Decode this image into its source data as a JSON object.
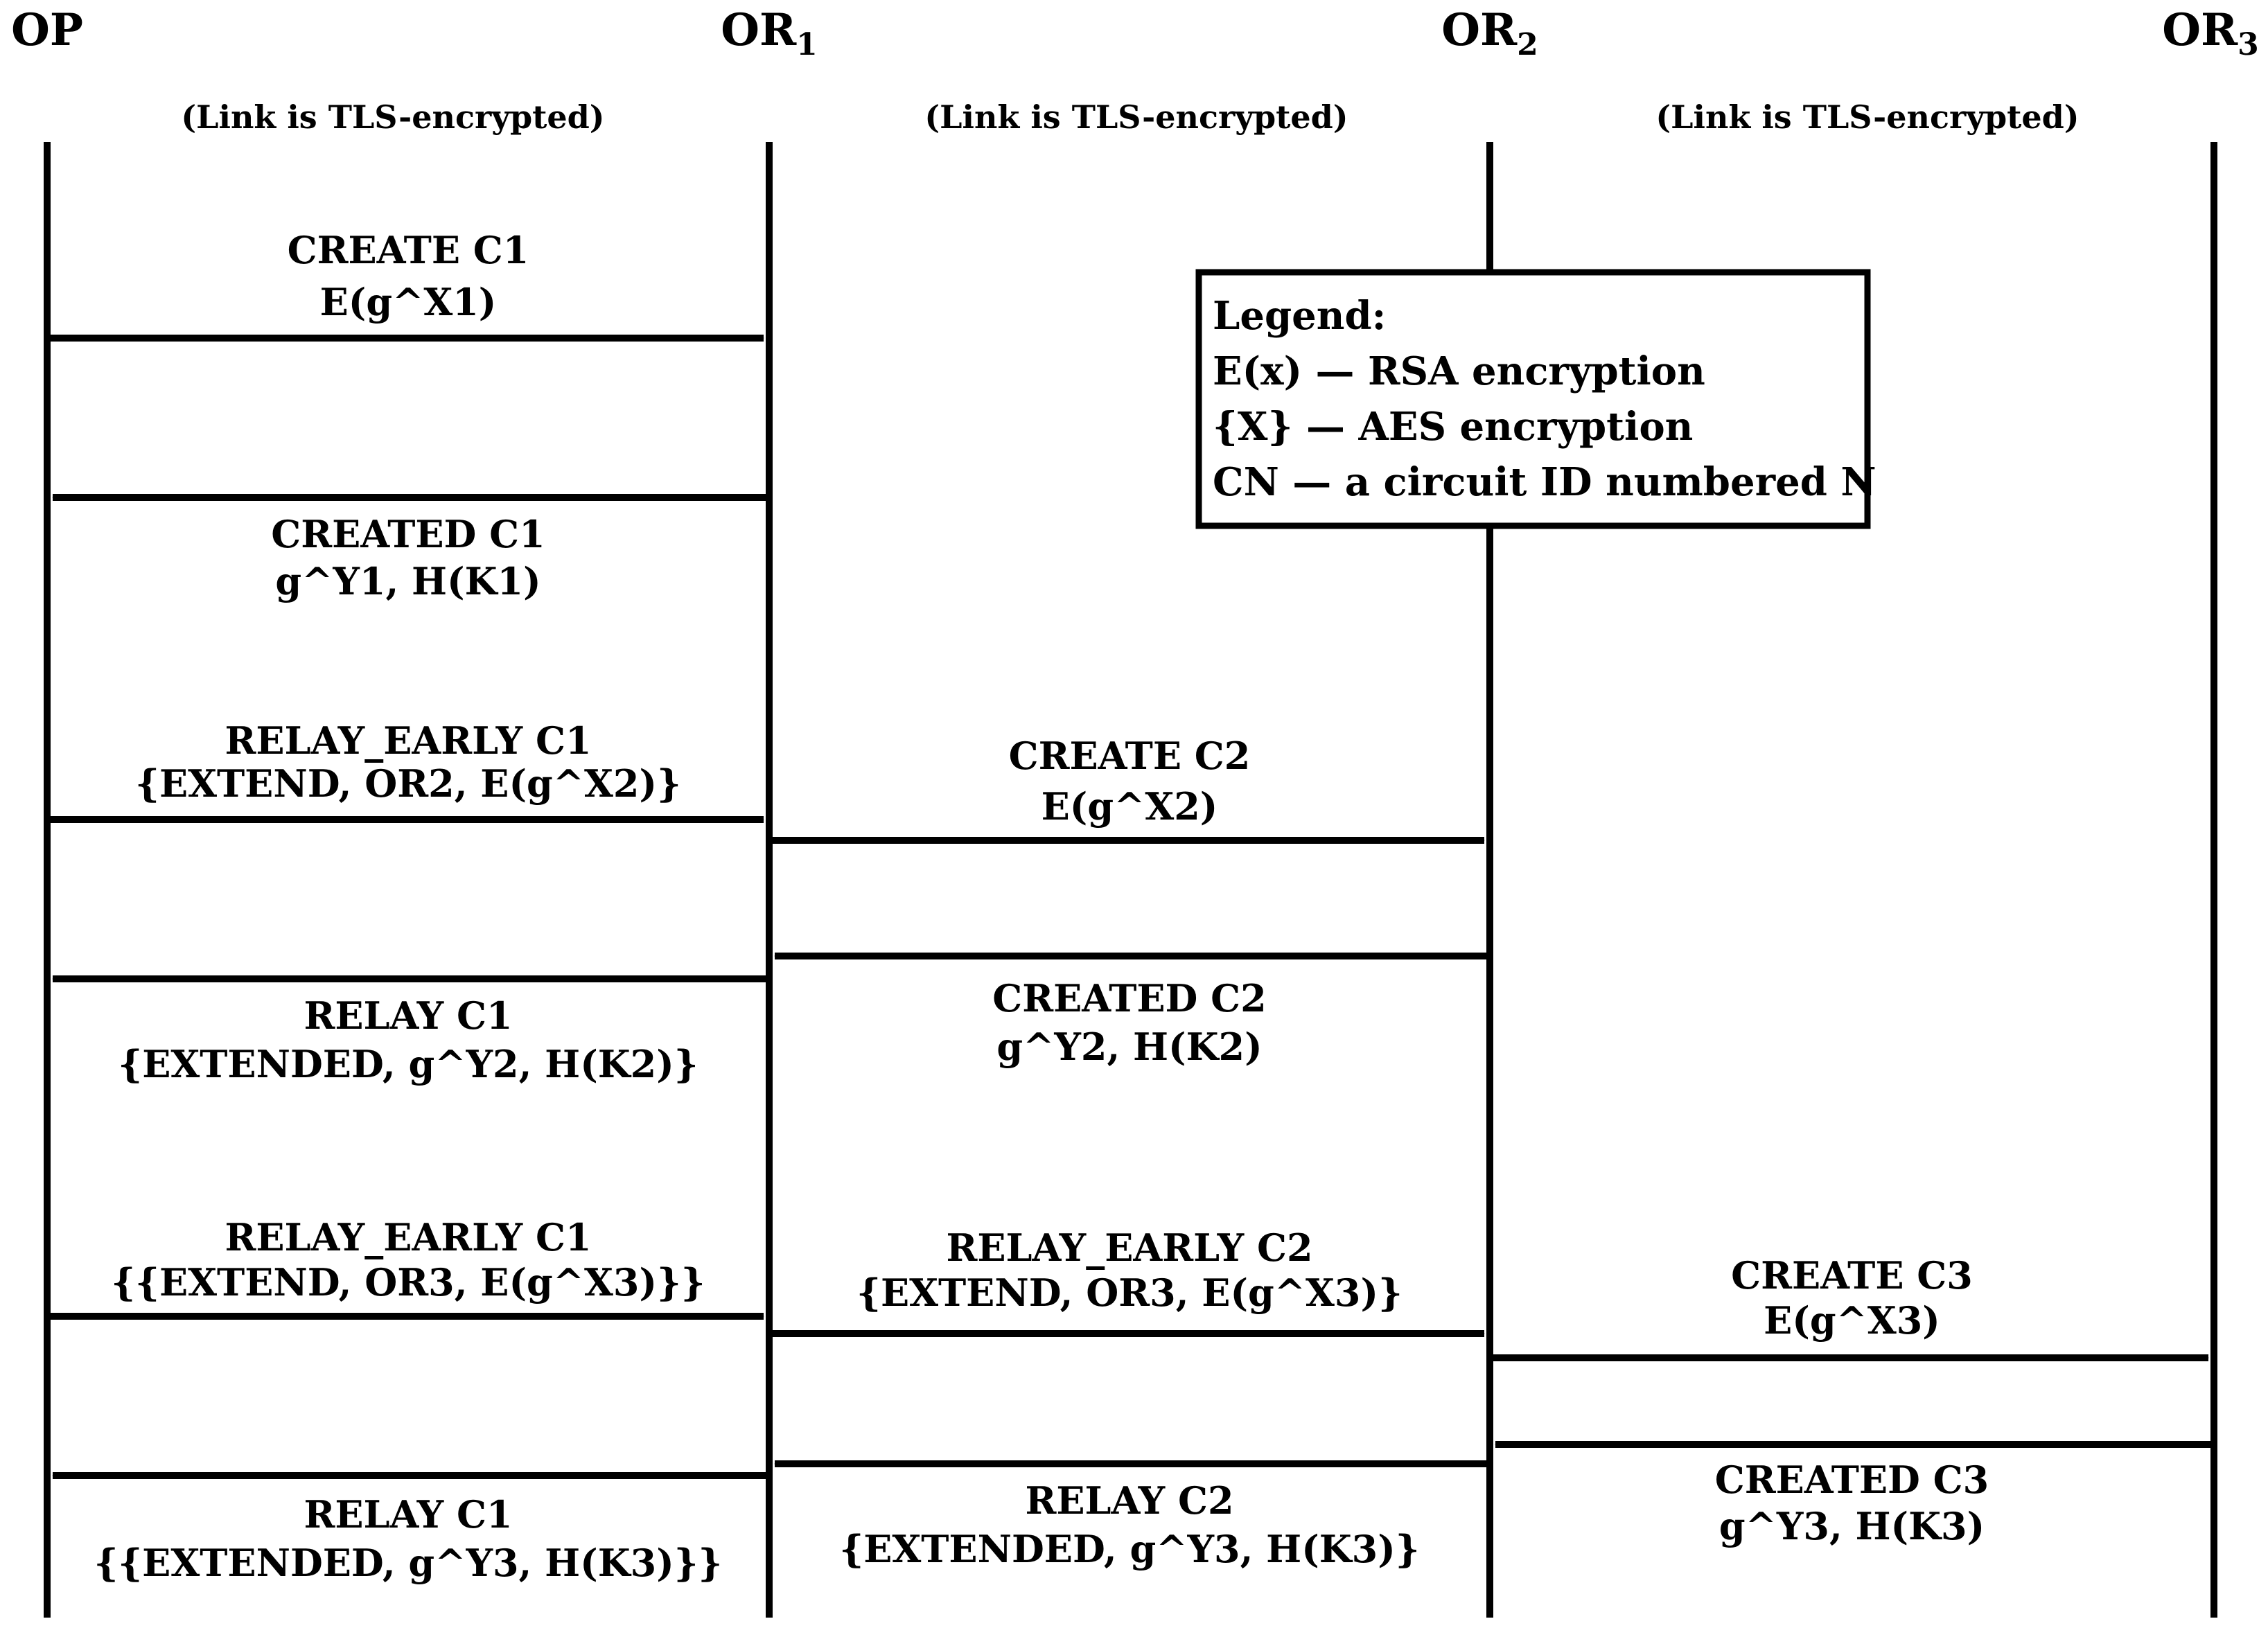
{
  "actors": [
    {
      "id": "op",
      "name": "OP",
      "sub": ""
    },
    {
      "id": "or1",
      "name": "OR",
      "sub": "1"
    },
    {
      "id": "or2",
      "name": "OR",
      "sub": "2"
    },
    {
      "id": "or3",
      "name": "OR",
      "sub": "3"
    }
  ],
  "link_notes": [
    "(Link is TLS-encrypted)",
    "(Link is TLS-encrypted)",
    "(Link is TLS-encrypted)"
  ],
  "legend": {
    "title": "Legend:",
    "items": [
      "E(x) — RSA encryption",
      "{X} — AES encryption",
      "CN — a circuit ID numbered N"
    ]
  },
  "messages": [
    {
      "from": "op",
      "to": "or1",
      "line1": "CREATE C1",
      "line2": "E(g^X1)"
    },
    {
      "from": "or1",
      "to": "op",
      "line1": "CREATED C1",
      "line2": "g^Y1, H(K1)"
    },
    {
      "from": "op",
      "to": "or1",
      "line1": "RELAY_EARLY C1",
      "line2": "{EXTEND, OR2, E(g^X2)}"
    },
    {
      "from": "or1",
      "to": "or2",
      "line1": "CREATE C2",
      "line2": "E(g^X2)"
    },
    {
      "from": "or2",
      "to": "or1",
      "line1": "CREATED C2",
      "line2": "g^Y2, H(K2)"
    },
    {
      "from": "or1",
      "to": "op",
      "line1": "RELAY C1",
      "line2": "{EXTENDED, g^Y2, H(K2)}"
    },
    {
      "from": "op",
      "to": "or1",
      "line1": "RELAY_EARLY C1",
      "line2": "{{EXTEND, OR3, E(g^X3)}}"
    },
    {
      "from": "or1",
      "to": "or2",
      "line1": "RELAY_EARLY C2",
      "line2": "{EXTEND, OR3, E(g^X3)}"
    },
    {
      "from": "or2",
      "to": "or3",
      "line1": "CREATE C3",
      "line2": "E(g^X3)"
    },
    {
      "from": "or3",
      "to": "or2",
      "line1": "CREATED C3",
      "line2": "g^Y3, H(K3)"
    },
    {
      "from": "or2",
      "to": "or1",
      "line1": "RELAY C2",
      "line2": "{EXTENDED, g^Y3, H(K3)}"
    },
    {
      "from": "or1",
      "to": "op",
      "line1": "RELAY C1",
      "line2": "{{EXTENDED, g^Y3, H(K3)}}"
    }
  ]
}
